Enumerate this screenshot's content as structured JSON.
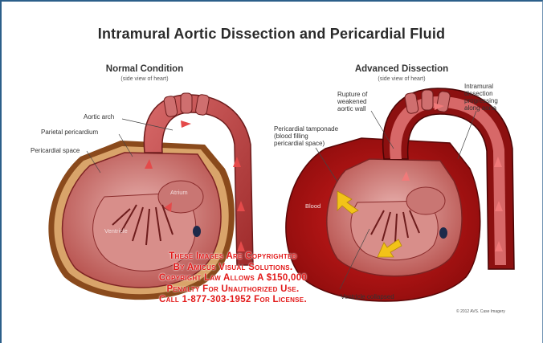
{
  "title": "Intramural Aortic Dissection and Pericardial Fluid",
  "left_panel": {
    "title": "Normal Condition",
    "subtitle": "(side view of heart)",
    "labels": {
      "aortic_arch": "Aortic arch",
      "parietal_pericardium": "Parietal pericardium",
      "pericardial_space": "Pericardial space",
      "atrium": "Atrium",
      "ventricle": "Ventricle"
    }
  },
  "right_panel": {
    "title": "Advanced Dissection",
    "subtitle": "(side view of heart)",
    "labels": {
      "rupture_1": "Rupture of",
      "rupture_2": "weakened",
      "rupture_3": "aortic wall",
      "intramural_1": "Intramural",
      "intramural_2": "dissection",
      "intramural_3": "progressing",
      "intramural_4": "along aorta",
      "tamponade_1": "Pericardial tamponade",
      "tamponade_2": "(blood filling",
      "tamponade_3": "pericardial space)",
      "blood": "Blood",
      "ventricle_collapsed": "Ventricle collapsed"
    }
  },
  "watermark": {
    "line1": "These Images Are Copyrighted",
    "line2": "By Amicus Visual Solutions.",
    "line3": "Copyright Law Allows A $150,000",
    "line4": "Penalty For Unauthorized Use.",
    "line5": "Call 1-877-303-1952 For License."
  },
  "copyright": "© 2012 AVS. Case Imagery"
}
